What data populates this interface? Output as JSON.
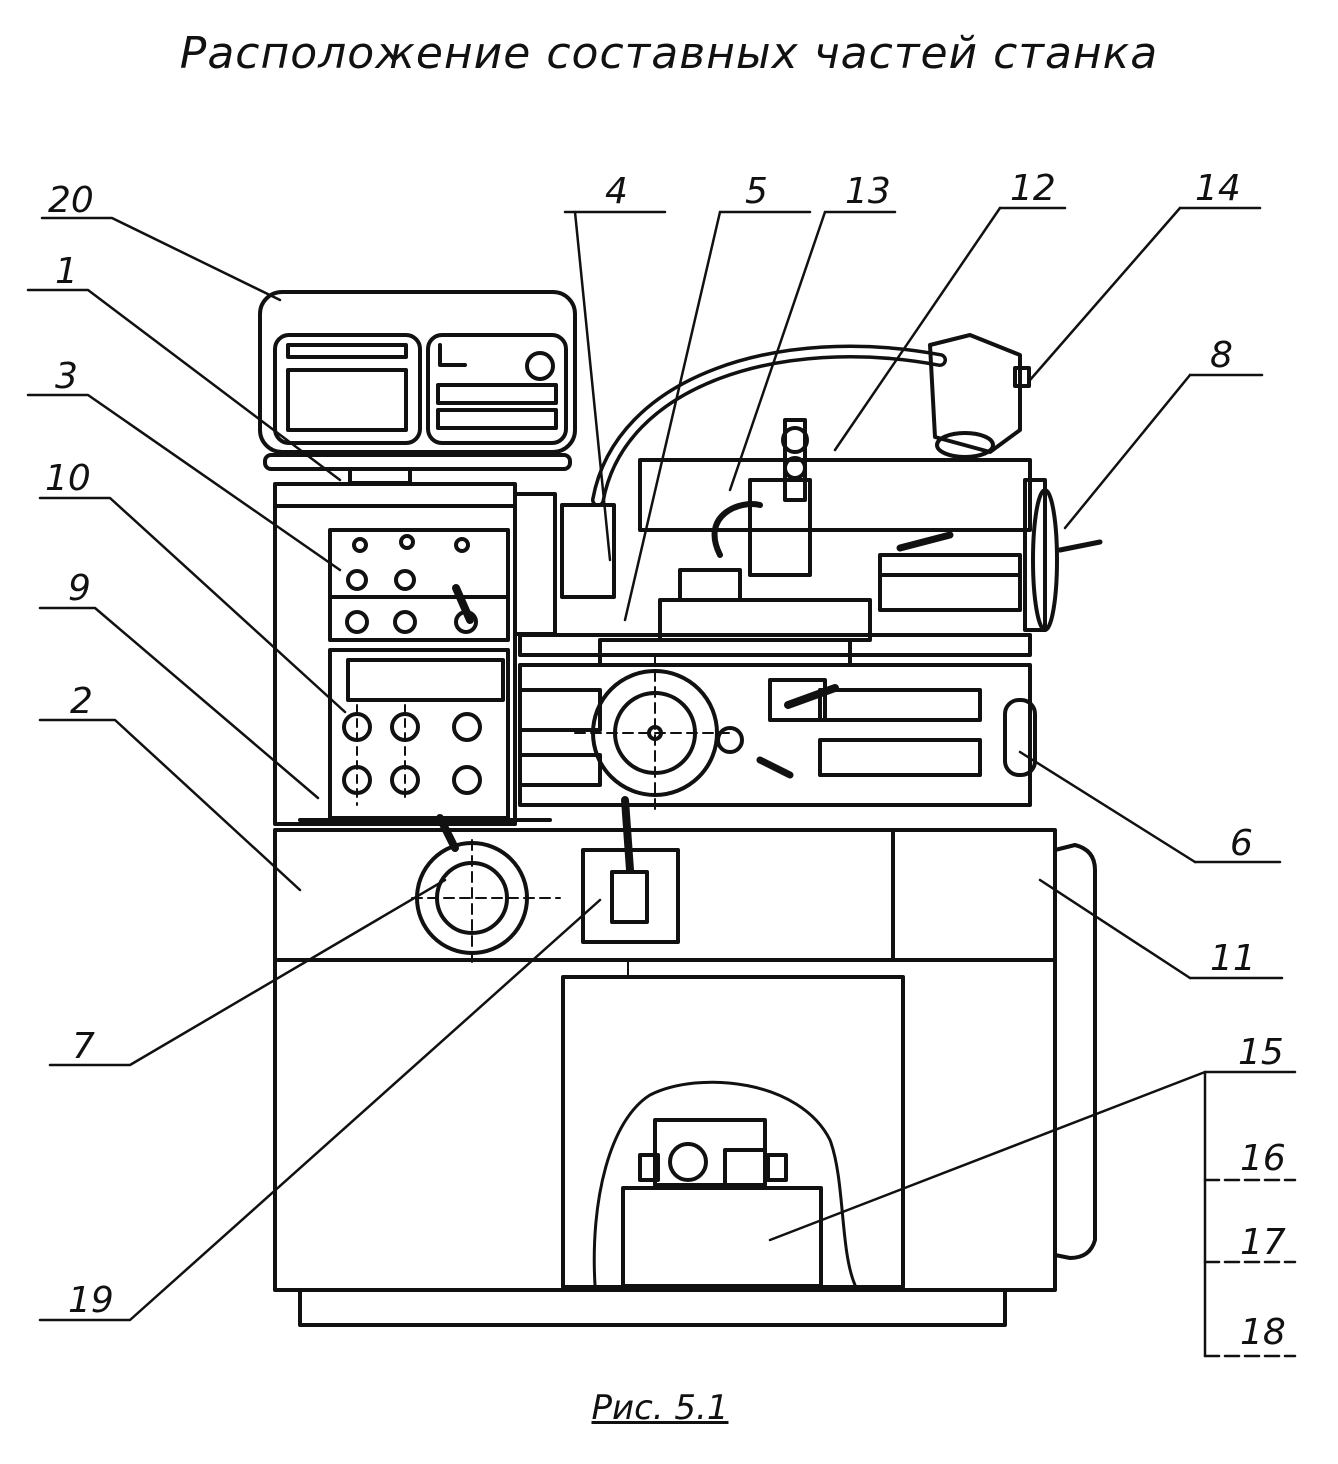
{
  "title": "Расположение составных частей станка",
  "caption": "Рис. 5.1",
  "callouts": [
    "20",
    "1",
    "3",
    "10",
    "9",
    "2",
    "7",
    "19",
    "4",
    "5",
    "13",
    "12",
    "14",
    "8",
    "6",
    "11",
    "15",
    "16",
    "17",
    "18"
  ]
}
